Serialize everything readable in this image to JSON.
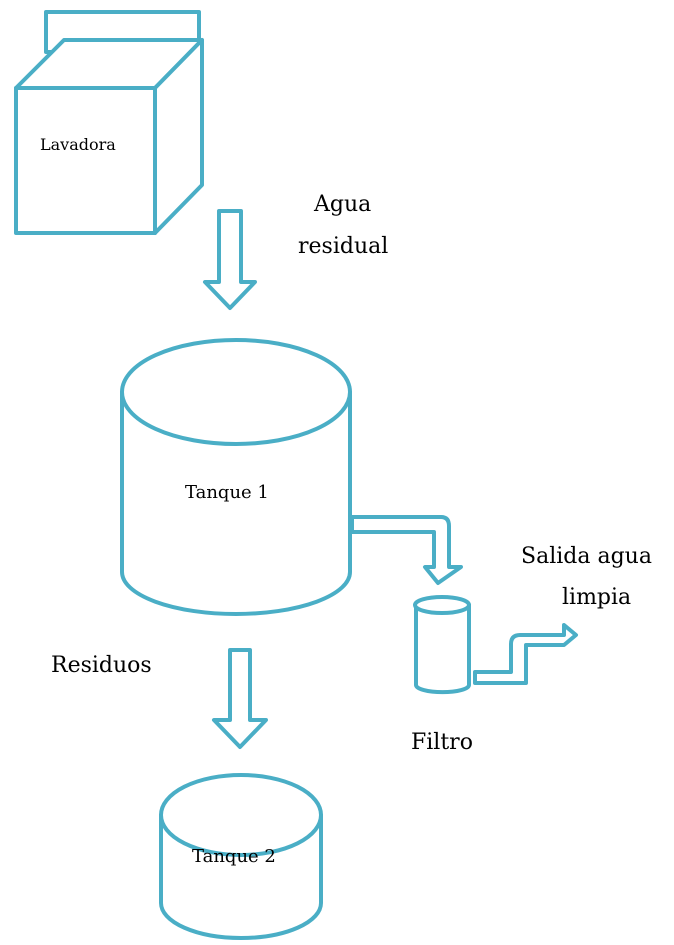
{
  "diagram": {
    "labels": {
      "lavadora": "Lavadora",
      "agua_line1": "Agua",
      "agua_line2": "residual",
      "tanque1": "Tanque 1",
      "salida_line1": "Salida agua",
      "salida_line2": "limpia",
      "residuos": "Residuos",
      "filtro": "Filtro",
      "tanque2": "Tanque 2"
    },
    "colors": {
      "stroke": "#4aaec6",
      "text": "#000000",
      "background": "#ffffff"
    }
  }
}
